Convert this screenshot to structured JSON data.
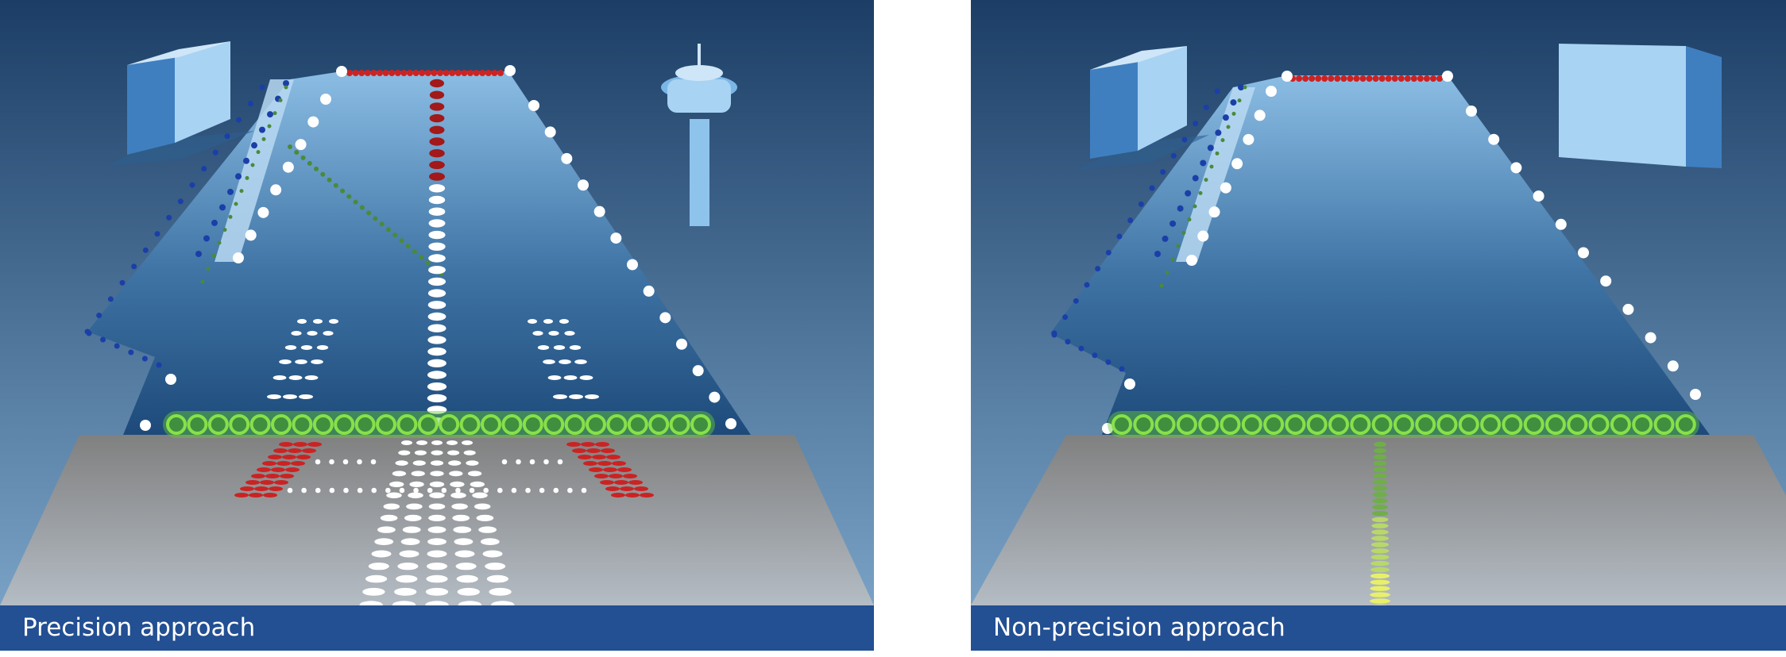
{
  "panels": [
    {
      "id": "left",
      "caption": "Precision approach",
      "building_type": "office-block",
      "has_control_tower": true,
      "approach_lights": "white-barrettes-with-red-side-rows",
      "centerline_lights": "red-and-white"
    },
    {
      "id": "right",
      "caption": "Non-precision approach",
      "building_type": "office-block",
      "has_second_building": true,
      "approach_lights": "green-yellow-centerline",
      "centerline_lights": "none"
    }
  ],
  "colors": {
    "sky_top": "#1c3e66",
    "sky_bottom": "#7fa9cc",
    "runway_far": "#8bbde4",
    "runway_near": "#1d4a7a",
    "ground_far": "#808080",
    "ground_near": "#b4bcc4",
    "caption_bar": "#234f93",
    "threshold_green": "#66cc33",
    "end_red": "#cc2222",
    "edge_white": "#ffffff",
    "taxi_blue": "#1a3fa8"
  }
}
